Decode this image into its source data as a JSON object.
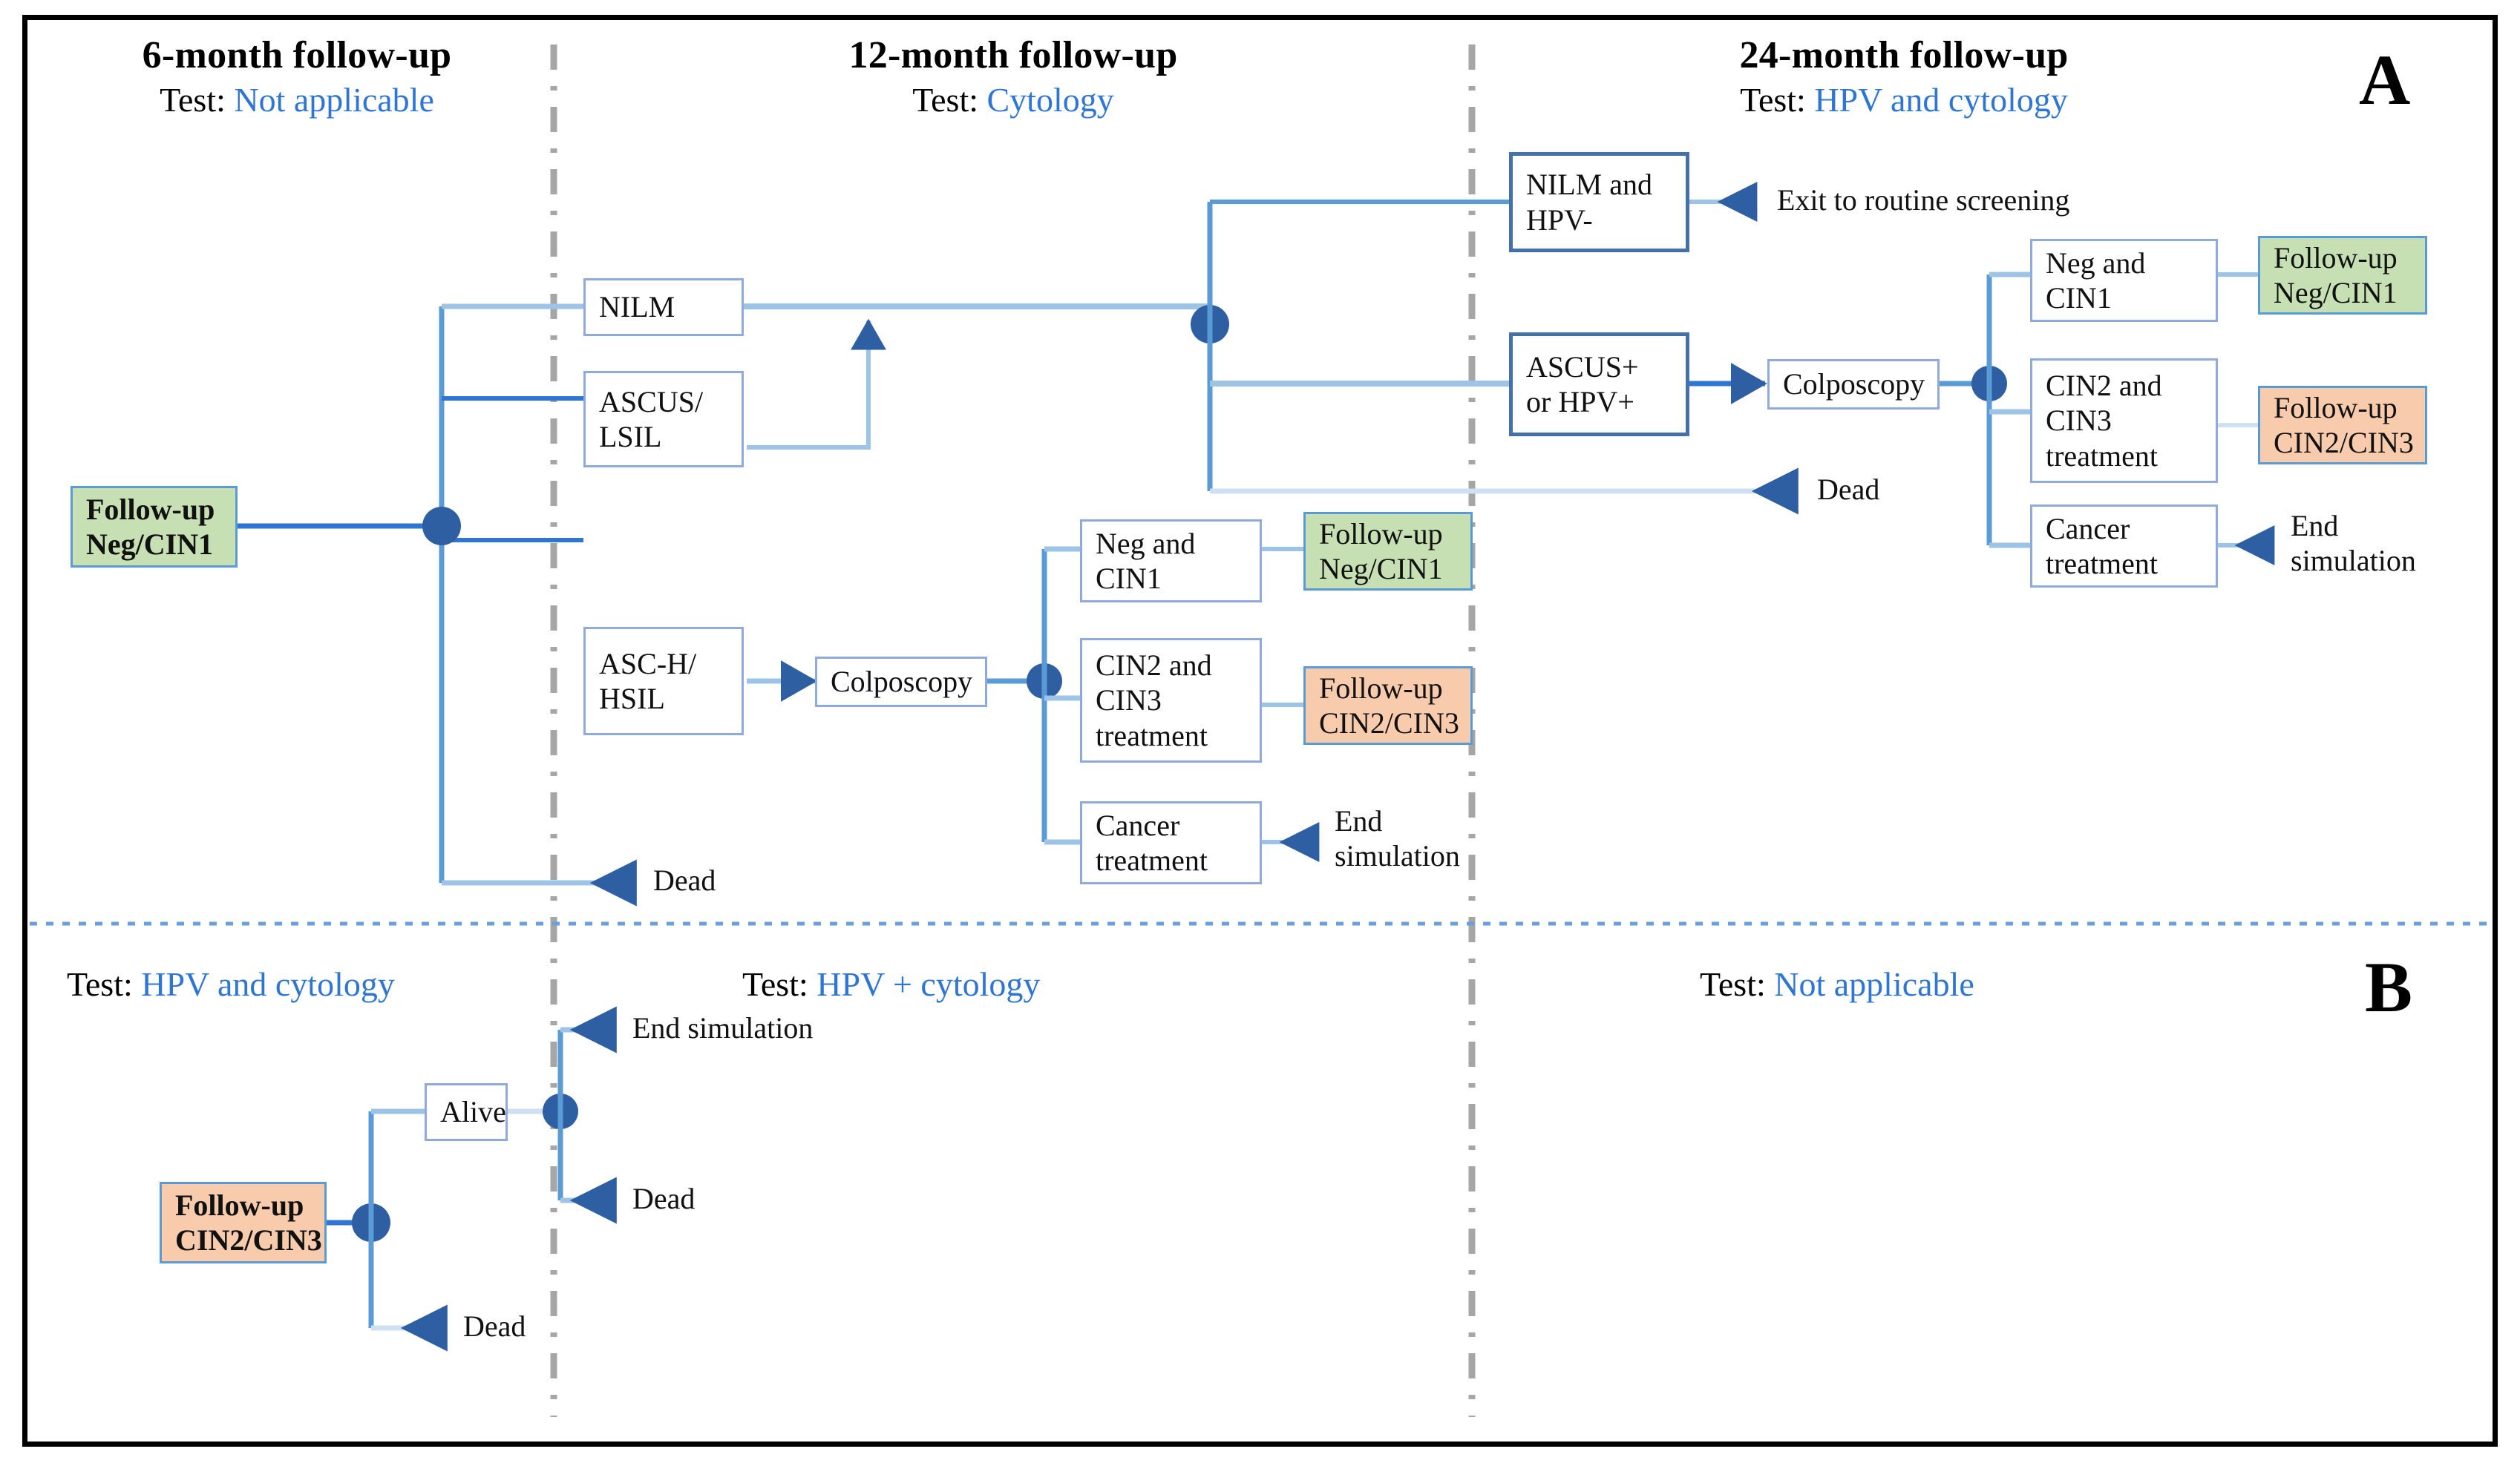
{
  "figure": {
    "panels": [
      {
        "letter": "A",
        "columns": [
          {
            "title": "6-month follow-up",
            "test_label": "Test:",
            "test_value": "Not applicable"
          },
          {
            "title": "12-month follow-up",
            "test_label": "Test:",
            "test_value": "Cytology"
          },
          {
            "title": "24-month follow-up",
            "test_label": "Test:",
            "test_value": "HPV and cytology"
          }
        ]
      },
      {
        "letter": "B",
        "columns": [
          {
            "test_label": "Test:",
            "test_value": "HPV and cytology"
          },
          {
            "test_label": "Test:",
            "test_value": "HPV + cytology"
          },
          {
            "test_label": "Test:",
            "test_value": "Not applicable"
          }
        ]
      }
    ]
  },
  "nodes": {
    "a_start": "Follow-up\nNeg/CIN1",
    "a_nilm": "NILM",
    "a_ascus_lsil": "ASCUS/\nLSIL",
    "a_asch_hsil": "ASC-H/\nHSIL",
    "a_colpo_12": "Colposcopy",
    "a_neg_cin1_12": "Neg and\nCIN1",
    "a_cin23_12": "CIN2 and\nCIN3\ntreatment",
    "a_cancer_12": "Cancer\ntreatment",
    "a_fu_neg_12": "Follow-up\nNeg/CIN1",
    "a_fu_cin23_12": "Follow-up\nCIN2/CIN3",
    "a_nilm_hpvneg": "NILM and\nHPV-",
    "a_ascus_hpvpos": "ASCUS+\nor HPV+",
    "a_colpo_24": "Colposcopy",
    "a_neg_cin1_24": "Neg and\nCIN1",
    "a_cin23_24": "CIN2 and\nCIN3\ntreatment",
    "a_cancer_24": "Cancer\ntreatment",
    "a_fu_neg_24": "Follow-up\nNeg/CIN1",
    "a_fu_cin23_24": "Follow-up\nCIN2/CIN3",
    "b_start": "Follow-up\nCIN2/CIN3",
    "b_alive": "Alive"
  },
  "annotations": {
    "a_dead_12": "Dead",
    "a_end_sim_12": "End\nsimulation",
    "a_exit_routine": "Exit to routine screening",
    "a_dead_24": "Dead",
    "a_end_sim_24": "End\nsimulation",
    "b_end_sim": "End simulation",
    "b_dead_right": "Dead",
    "b_dead_left": "Dead"
  },
  "colors": {
    "accent_blue": "#2e75d4",
    "connector_light": "#9dc3e6",
    "connector_mid": "#5b9bd5",
    "connector_dark": "#2e5fa3",
    "node_border": "#8faadc",
    "node_border_dark": "#4472a8",
    "green_fill": "#c6e0b4",
    "orange_fill": "#f8cbad",
    "divider_gray": "#a6a6a6",
    "panel_divider_blue": "#5b9bd5"
  }
}
